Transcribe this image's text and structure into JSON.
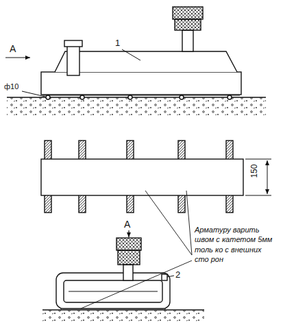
{
  "diagram": {
    "labels": [
      "А",
      "1",
      "ф10",
      "150",
      "А",
      "2",
      "Арматуру варить швом с катетом 5мм толь ко с внешних сто рон"
    ]
  }
}
